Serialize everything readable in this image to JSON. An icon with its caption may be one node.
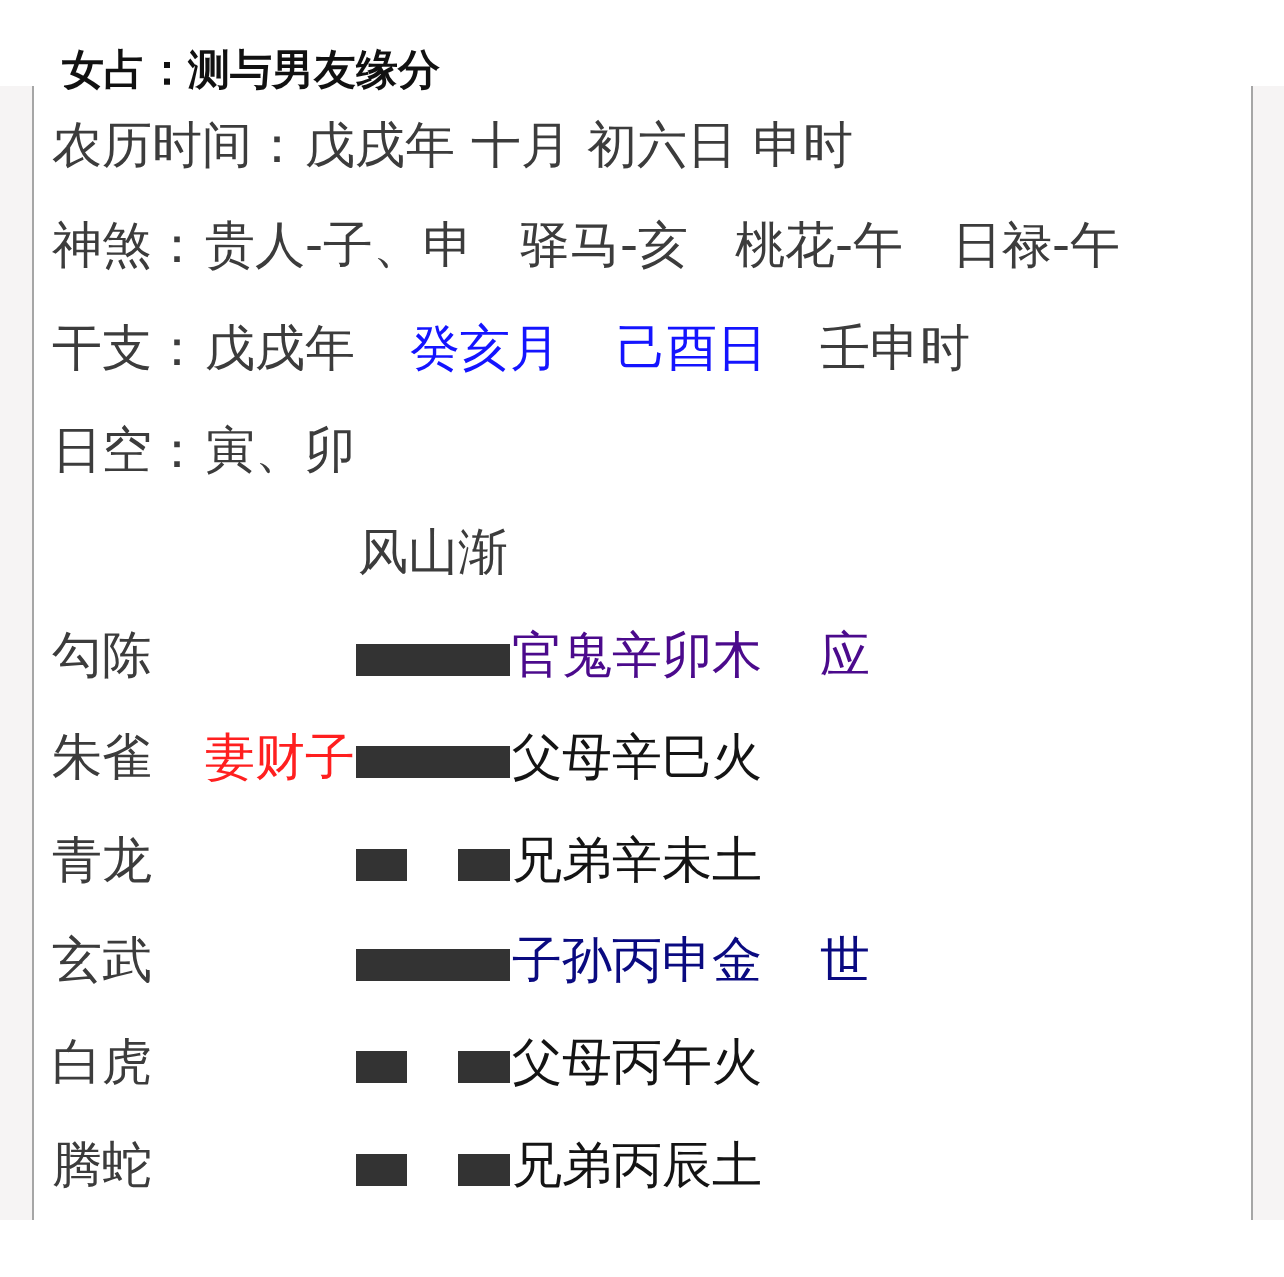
{
  "diagram": {
    "title": "女占：测与男友缘分",
    "labels": [
      "农历时间：",
      "戊戌年 十月 初六日 申时",
      "神煞：",
      "贵人-子、申",
      "驿马-亥",
      "桃花-午",
      "日禄-午",
      "干支：",
      "戊戌年",
      "癸亥月",
      "己酉日",
      "壬申时",
      "日空：",
      "寅、卯",
      "风山渐",
      "勾陈",
      "官鬼辛卯木",
      "应",
      "朱雀",
      "妻财子",
      "父母辛巳火",
      "青龙",
      "兄弟辛未土",
      "玄武",
      "子孙丙申金",
      "世",
      "白虎",
      "父母丙午火",
      "腾蛇",
      "兄弟丙辰土"
    ]
  }
}
